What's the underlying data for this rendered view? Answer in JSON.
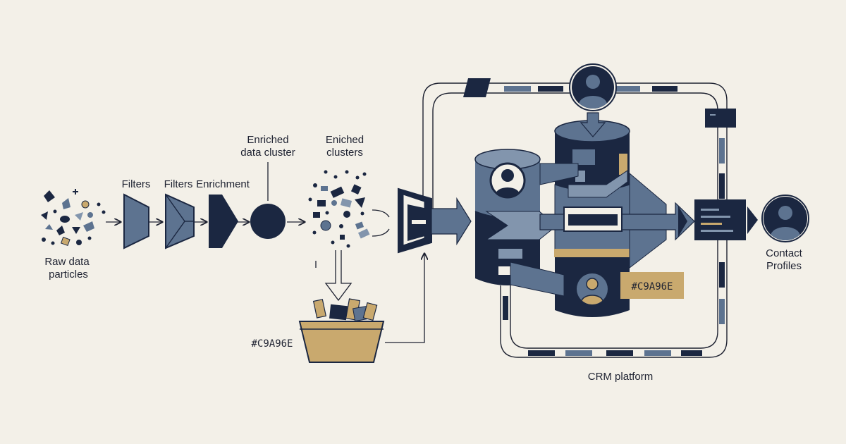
{
  "labels": {
    "raw_line1": "Raw data",
    "raw_line2": "particles",
    "filters_1": "Filters",
    "filters_2": "Filters",
    "enrichment": "Enrichment",
    "enriched_cluster_line1": "Enriched",
    "enriched_cluster_line2": "data cluster",
    "enriched_clusters_line1": "Eniched",
    "enriched_clusters_line2": "clusters",
    "bin_hex": "#C9A96E",
    "db_hex": "#C9A96E",
    "crm": "CRM platform",
    "contact_line1": "Contact",
    "contact_line2": "Profiles"
  },
  "colors": {
    "background": "#F3F0E8",
    "navy": "#1B2741",
    "slate": "#5D7390",
    "slate_light": "#8295AD",
    "gold": "#C9A96E",
    "ink": "#1E2231"
  },
  "icons": [
    "user-avatar-icon",
    "filter-trapezoid-icon",
    "funnel-icon",
    "arrow-right-icon"
  ]
}
